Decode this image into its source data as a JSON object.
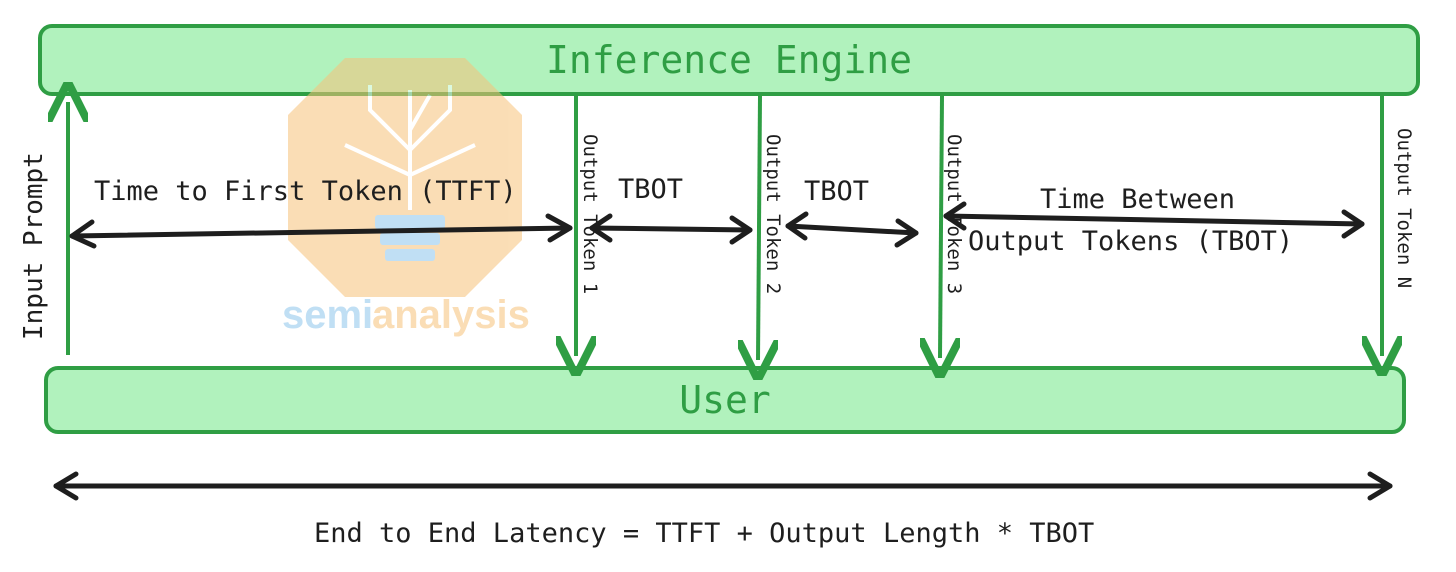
{
  "diagram": {
    "engine_label": "Inference Engine",
    "user_label": "User",
    "input_prompt_label": "Input Prompt",
    "output_token_labels": [
      "Output Token 1",
      "Output Token 2",
      "Output Token 3",
      "Output Token N"
    ],
    "ttft_label": "Time to First Token (TTFT)",
    "tbot_short_label_1": "TBOT",
    "tbot_short_label_2": "TBOT",
    "tbot_long_label_line1": "Time Between",
    "tbot_long_label_line2": "Output Tokens (TBOT)",
    "formula": "End to End Latency = TTFT + Output Length * TBOT"
  },
  "watermark": {
    "text_part1": "semi",
    "text_part2": "analysis"
  },
  "colors": {
    "green_fill": "#b1f2bd",
    "green_stroke": "#2f9e44",
    "arrow": "#1e1e1e",
    "watermark_orange": "#f7c27a",
    "watermark_blue": "#8ec5ec"
  }
}
